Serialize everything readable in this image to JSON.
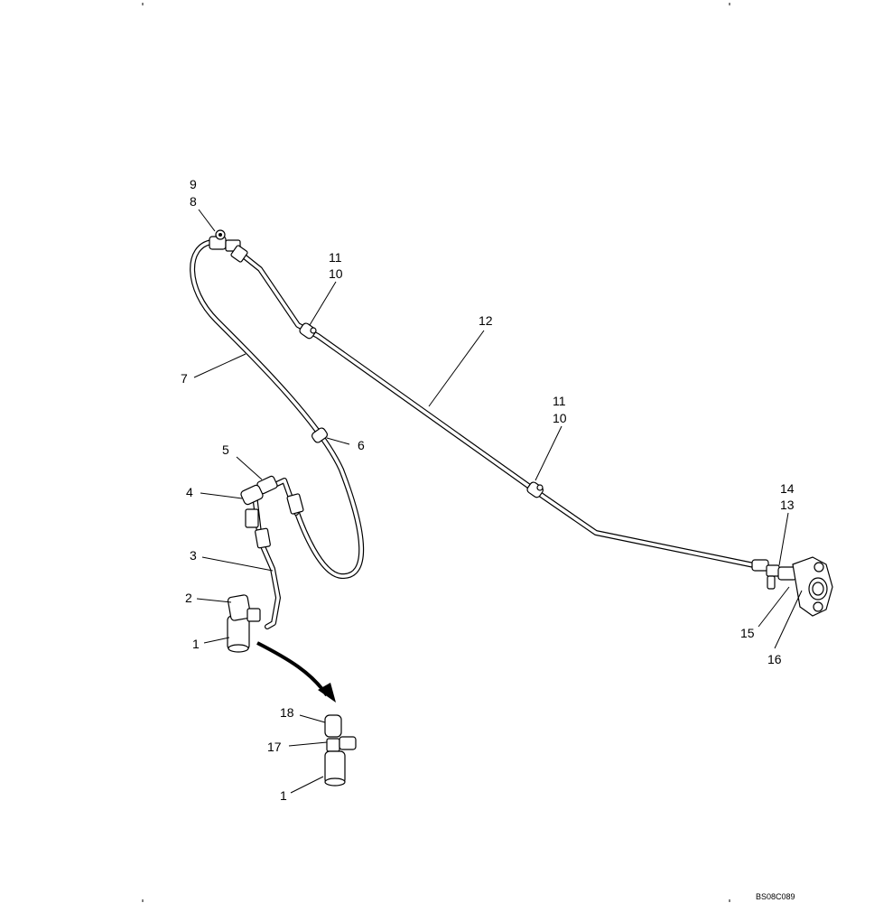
{
  "diagram_code": "BS08C089",
  "callouts": {
    "c9": "9",
    "c8": "8",
    "c11a": "11",
    "c10a": "10",
    "c12": "12",
    "c7": "7",
    "c6": "6",
    "c11b": "11",
    "c10b": "10",
    "c5": "5",
    "c4": "4",
    "c3": "3",
    "c2": "2",
    "c1a": "1",
    "c14": "14",
    "c13": "13",
    "c15": "15",
    "c16": "16",
    "c18": "18",
    "c17": "17",
    "c1b": "1"
  }
}
